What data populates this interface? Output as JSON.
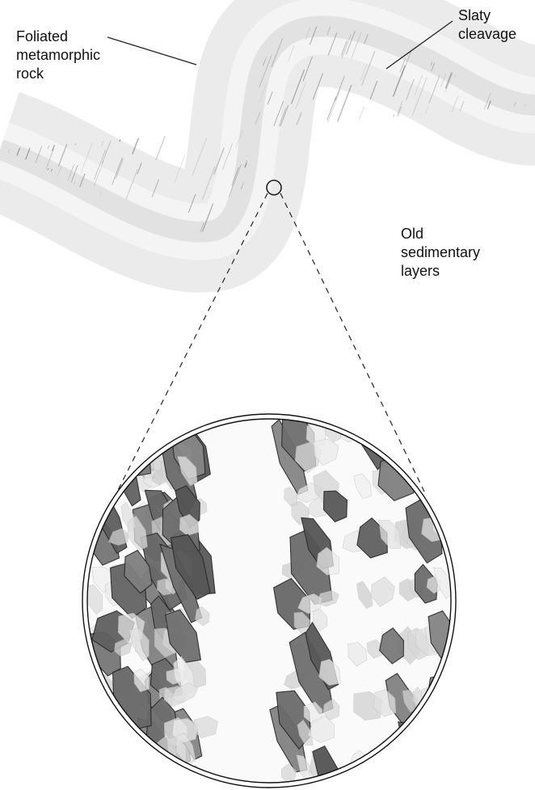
{
  "labels": {
    "foliated": [
      "Foliated",
      "metamorphic",
      "rock"
    ],
    "slaty": [
      "Slaty",
      "cleavage"
    ],
    "old_layers": [
      "Old",
      "sedimentary",
      "layers"
    ]
  },
  "colors": {
    "rock_band": "#e6e6e6",
    "rock_band_light": "#f1f1f1",
    "streak": "#8a8a8a",
    "grain_dark": "#6e6e6e",
    "grain_light": "#d9d9d9",
    "line": "#222222"
  }
}
